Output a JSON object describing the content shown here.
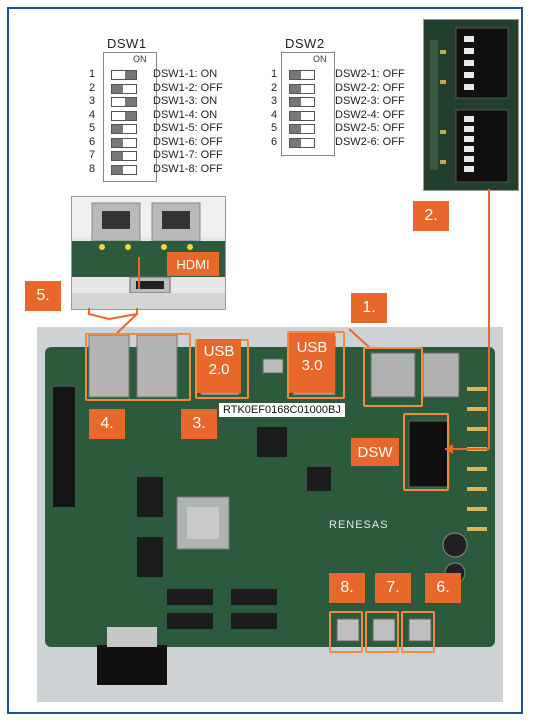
{
  "dsw1": {
    "title": "DSW1",
    "on_label": "ON",
    "switches": [
      {
        "num": "1",
        "label": "DSW1-1: ON",
        "on": true
      },
      {
        "num": "2",
        "label": "DSW1-2: OFF",
        "on": false
      },
      {
        "num": "3",
        "label": "DSW1-3: ON",
        "on": true
      },
      {
        "num": "4",
        "label": "DSW1-4: ON",
        "on": true
      },
      {
        "num": "5",
        "label": "DSW1-5: OFF",
        "on": false
      },
      {
        "num": "6",
        "label": "DSW1-6: OFF",
        "on": false
      },
      {
        "num": "7",
        "label": "DSW1-7: OFF",
        "on": false
      },
      {
        "num": "8",
        "label": "DSW1-8: OFF",
        "on": false
      }
    ]
  },
  "dsw2": {
    "title": "DSW2",
    "on_label": "ON",
    "switches": [
      {
        "num": "1",
        "label": "DSW2-1: OFF",
        "on": false
      },
      {
        "num": "2",
        "label": "DSW2-2: OFF",
        "on": false
      },
      {
        "num": "3",
        "label": "DSW2-3: OFF",
        "on": false
      },
      {
        "num": "4",
        "label": "DSW2-4: OFF",
        "on": false
      },
      {
        "num": "5",
        "label": "DSW2-5: OFF",
        "on": false
      },
      {
        "num": "6",
        "label": "DSW2-6: OFF",
        "on": false
      }
    ]
  },
  "callouts": {
    "c1": "1.",
    "c2": "2.",
    "c3": "3.",
    "c4": "4.",
    "c5": "5.",
    "c6": "6.",
    "c7": "7.",
    "c8": "8."
  },
  "tags": {
    "hdmi": "HDMI",
    "dsw": "DSW",
    "usb2_line1": "USB",
    "usb2_line2": "2.0",
    "usb3_line1": "USB",
    "usb3_line2": "3.0"
  },
  "board": {
    "part_number": "RTK0EF0168C01000BJ",
    "brand_text": "RENESAS"
  },
  "colors": {
    "accent": "#e8672a",
    "frame": "#1f4e9c",
    "pcb": "#2b5a3c"
  }
}
